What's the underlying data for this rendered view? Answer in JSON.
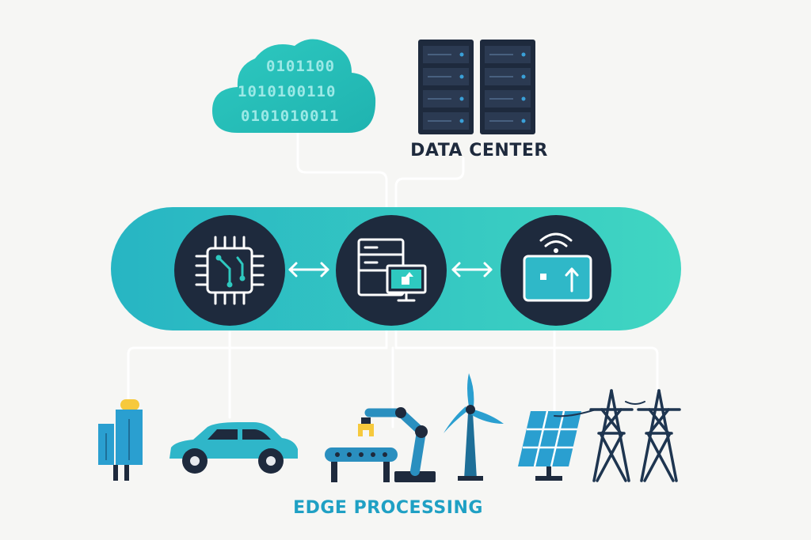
{
  "cloud": {
    "binary_lines": [
      "0101100",
      "1010100110",
      "0101010011"
    ]
  },
  "data_center": {
    "label": "DATA CENTER"
  },
  "edge_bar": {
    "nodes": [
      {
        "name": "processor-chip",
        "icon": "chip-icon"
      },
      {
        "name": "edge-server",
        "icon": "server-monitor-icon"
      },
      {
        "name": "wireless-gateway",
        "icon": "wireless-tablet-icon"
      }
    ]
  },
  "devices": [
    {
      "name": "smart-sensor",
      "icon": "sensor-icon"
    },
    {
      "name": "connected-car",
      "icon": "car-icon"
    },
    {
      "name": "robotic-arm",
      "icon": "robot-arm-conveyor-icon"
    },
    {
      "name": "wind-turbine",
      "icon": "wind-turbine-icon"
    },
    {
      "name": "solar-panel",
      "icon": "solar-panel-icon"
    },
    {
      "name": "power-tower",
      "icon": "transmission-tower-icon"
    }
  ],
  "edge_processing": {
    "label": "EDGE PROCESSING"
  },
  "colors": {
    "teal": "#37c9c4",
    "teal_dark": "#1fb0b9",
    "navy": "#1e2a3d",
    "blue": "#2a9fd0",
    "accent_label": "#1fa0c4",
    "background": "#f6f6f4"
  }
}
